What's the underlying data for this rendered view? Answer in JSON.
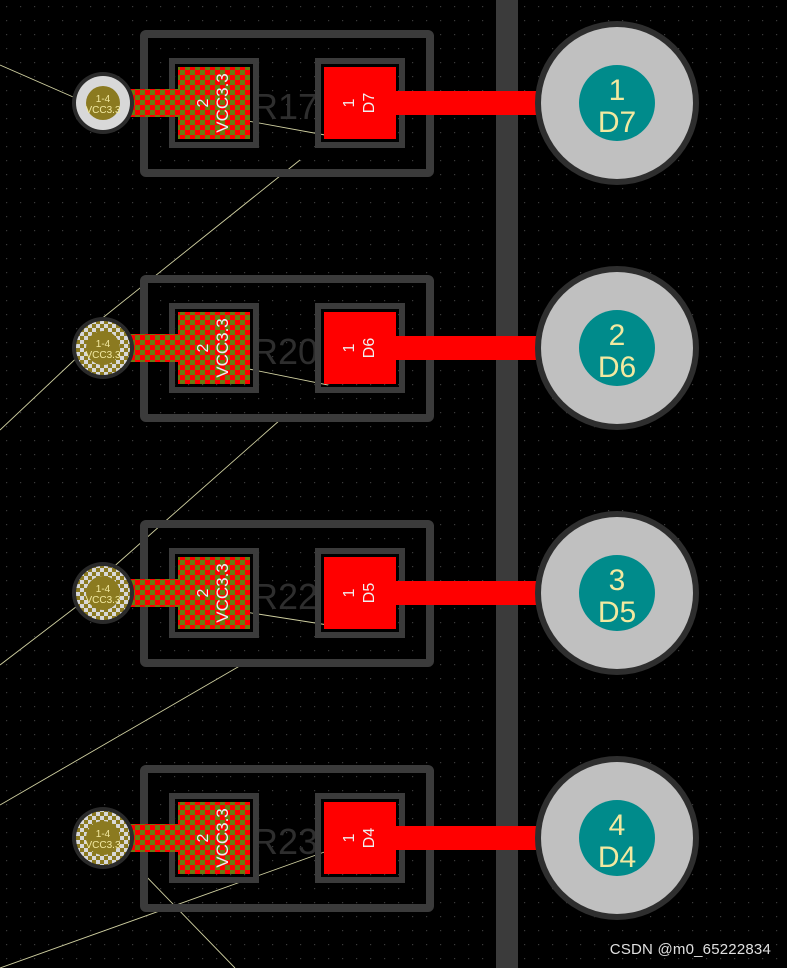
{
  "colors": {
    "background": "#000000",
    "grid_dot": "#3a3a3a",
    "outline": "#3b3b3b",
    "copper": "#ff0000",
    "pad_silver": "#c0c0c0",
    "pad_teal": "#008b8b",
    "pad_label": "#f2e9a0",
    "ratsnest": "#cfcfa0",
    "via_gold": "#8b7a20",
    "pad_text": "#f0f0f0"
  },
  "components": [
    {
      "designator": "R17",
      "pad2": {
        "number": "2",
        "net": "VCC3.3"
      },
      "pad1": {
        "number": "1",
        "net": "D7"
      },
      "via": {
        "label": "1-4",
        "net": "VCC3.3"
      },
      "header": {
        "number": "1",
        "net": "D7"
      }
    },
    {
      "designator": "R20",
      "pad2": {
        "number": "2",
        "net": "VCC3.3"
      },
      "pad1": {
        "number": "1",
        "net": "D6"
      },
      "via": {
        "label": "1-4",
        "net": "VCC3.3"
      },
      "header": {
        "number": "2",
        "net": "D6"
      }
    },
    {
      "designator": "R22",
      "pad2": {
        "number": "2",
        "net": "VCC3.3"
      },
      "pad1": {
        "number": "1",
        "net": "D5"
      },
      "via": {
        "label": "1-4",
        "net": "VCC3.3"
      },
      "header": {
        "number": "3",
        "net": "D5"
      }
    },
    {
      "designator": "R23",
      "pad2": {
        "number": "2",
        "net": "VCC3.3"
      },
      "pad1": {
        "number": "1",
        "net": "D4"
      },
      "via": {
        "label": "1-4",
        "net": "VCC3.3"
      },
      "header": {
        "number": "4",
        "net": "D4"
      }
    }
  ],
  "watermark": "CSDN @m0_65222834"
}
